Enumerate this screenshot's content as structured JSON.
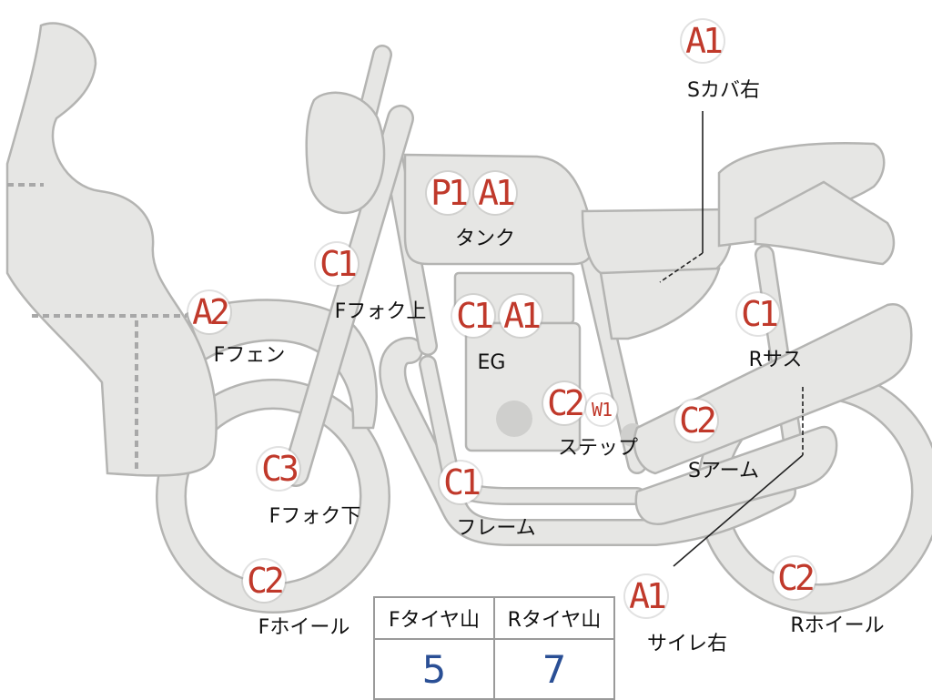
{
  "badges": [
    {
      "id": "a1-s-cover",
      "code": "A1",
      "label": "Sカバ右"
    },
    {
      "id": "p1-tank",
      "code": "P1"
    },
    {
      "id": "a1-tank",
      "code": "A1",
      "label": "タンク"
    },
    {
      "id": "c1-ffork-upper",
      "code": "C1",
      "label": "Fフォク上"
    },
    {
      "id": "a2-ffender",
      "code": "A2",
      "label": "Fフェン"
    },
    {
      "id": "c1-eg",
      "code": "C1"
    },
    {
      "id": "a1-eg",
      "code": "A1",
      "label": "EG"
    },
    {
      "id": "c1-rsus",
      "code": "C1",
      "label": "Rサス"
    },
    {
      "id": "c2-step",
      "code": "C2"
    },
    {
      "id": "w1-step",
      "code": "W1",
      "label": "ステップ"
    },
    {
      "id": "c2-sarm",
      "code": "C2",
      "label": "Sアーム"
    },
    {
      "id": "c3-ffork-lower",
      "code": "C3",
      "label": "Fフォク下"
    },
    {
      "id": "c1-frame",
      "code": "C1",
      "label": "フレーム"
    },
    {
      "id": "c2-fwheel",
      "code": "C2",
      "label": "Fホイール"
    },
    {
      "id": "a1-silencer",
      "code": "A1",
      "label": "サイレ右"
    },
    {
      "id": "c2-rwheel",
      "code": "C2",
      "label": "Rホイール"
    }
  ],
  "tread_table": {
    "headers": [
      "Fタイヤ山",
      "Rタイヤ山"
    ],
    "values": [
      "5",
      "7"
    ]
  },
  "colors": {
    "badge_text": "#c0392b",
    "part_fill": "#e6e6e4",
    "part_stroke": "#b4b4b2",
    "table_value": "#2a4f95"
  }
}
